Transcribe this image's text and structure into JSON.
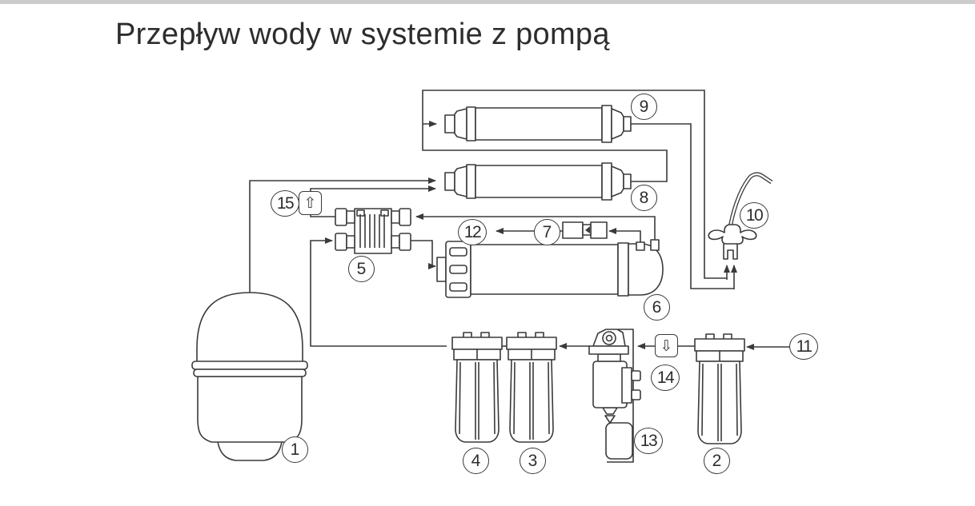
{
  "title": "Przepływ wody w systemie z pompą",
  "badges": [
    "1",
    "2",
    "3",
    "4",
    "5",
    "6",
    "7",
    "8",
    "9",
    "10",
    "11",
    "12",
    "13",
    "14",
    "15"
  ],
  "icons": {
    "check_valve": "⇧",
    "pressure_switch": "⇩"
  },
  "colors": {
    "line": "#3a3a3c",
    "title_text": "#2d2d2f",
    "background": "#ffffff",
    "top_bar": "#cbcbcb"
  }
}
